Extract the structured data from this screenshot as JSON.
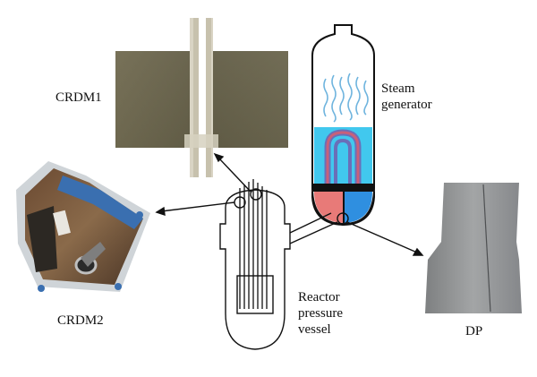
{
  "labels": {
    "crdm1": "CRDM1",
    "crdm2": "CRDM2",
    "steam_generator_line1": "Steam",
    "steam_generator_line2": "generator",
    "reactor_line1": "Reactor",
    "reactor_line2": "pressure",
    "reactor_line3": "vessel",
    "dp": "DP"
  },
  "colors": {
    "hot_leg": "#e87a78",
    "cold_leg": "#2f8fe0",
    "sg_water": "#41c8ee",
    "steam_wisps": "#6fb4de",
    "u_tube_outer": "#6a6fb8",
    "u_tube_inner": "#c8607a",
    "metal_crdm1": "#6b6650",
    "metal_dp": "#8f9192"
  }
}
